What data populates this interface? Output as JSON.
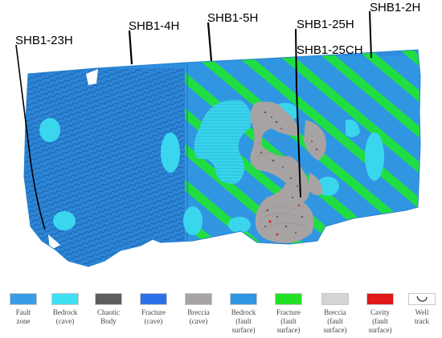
{
  "wells": [
    {
      "id": "w1",
      "label": "SHB1-23H"
    },
    {
      "id": "w2",
      "label": "SHB1-4H"
    },
    {
      "id": "w3",
      "label": "SHB1-5H"
    },
    {
      "id": "w4",
      "label": "SHB1-25H"
    },
    {
      "id": "w5",
      "label": "SHB1-25CH"
    },
    {
      "id": "w6",
      "label": "SHB1-2H"
    }
  ],
  "legend": [
    {
      "label": "Fault\nzone",
      "color": "#3a9be6"
    },
    {
      "label": "Bedrock\n(cave)",
      "color": "#3ee0f2"
    },
    {
      "label": "Chaotic\nBody",
      "color": "#5e5e5e"
    },
    {
      "label": "Fracture\n(cave)",
      "color": "#2b72e8"
    },
    {
      "label": "Breccia\n(cave)",
      "color": "#a9a4a4"
    },
    {
      "label": "Bedrock\n(fault\nsurface)",
      "color": "#2f96e4"
    },
    {
      "label": "Fracture\n(fault\nsurface)",
      "color": "#22e026"
    },
    {
      "label": "Breccia\n(fault\nsurface)",
      "color": "#d4d4d4"
    },
    {
      "label": "Cavity\n(fault\nsurface)",
      "color": "#e01818"
    },
    {
      "label": "Well\ntrack",
      "color": "#ffffff",
      "icon": "well-track-icon"
    }
  ]
}
